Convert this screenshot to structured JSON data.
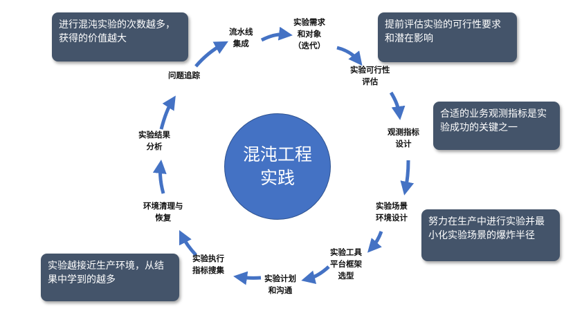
{
  "center": {
    "title": "混沌工程\n实践"
  },
  "steps": [
    "流水线\n集成",
    "实验需求\n和对象\n（迭代）",
    "实验可行性\n评估",
    "观测指标\n设计",
    "实验场景\n环境设计",
    "实验工具\n平台框架\n选型",
    "实验计划\n和沟通",
    "实验执行\n指标搜集",
    "环境清理与\n恢复",
    "实验结果\n分析",
    "问题追踪"
  ],
  "callouts": [
    "进行混沌实验的次数越多，获得的价值越大",
    "提前评估实验的可行性要求和潜在影响",
    "合适的业务观测指标是实验成功的关键之一",
    "努力在生产中进行实验并最小化实验场景的爆炸半径",
    "实验越接近生产环境，从结果中学到的越多"
  ],
  "colors": {
    "arrow": "#4472c4",
    "callout_bg": "#44546a",
    "circle": "#4472c4"
  }
}
